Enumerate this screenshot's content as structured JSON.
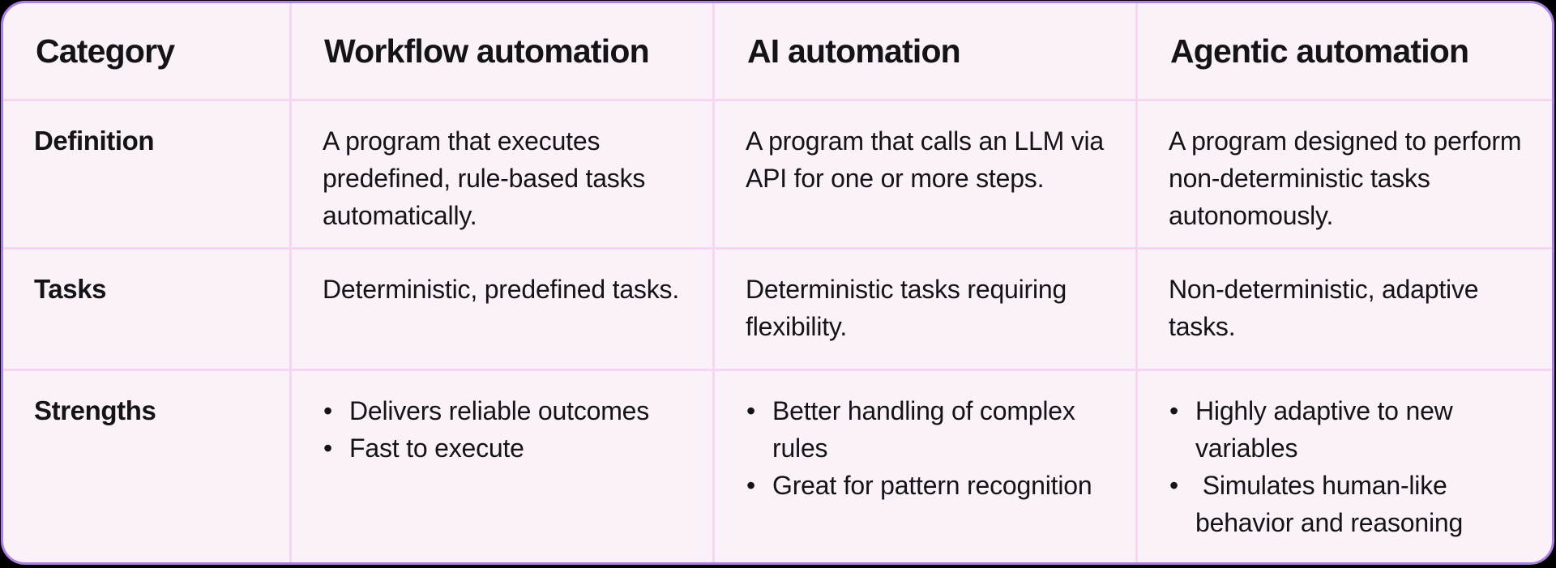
{
  "page": {
    "background_color": "#000000"
  },
  "table": {
    "style": {
      "background_color": "#fbf1f9",
      "outer_border_color": "#ad80e2",
      "gridline_color": "#f6d7f3",
      "text_color": "#141418"
    },
    "bullet_glyph": "•",
    "columns": [
      "Category",
      "Workflow automation",
      "AI automation",
      "Agentic automation"
    ],
    "rows": [
      {
        "label": "Definition",
        "cells": [
          {
            "type": "text",
            "text": "A program that executes predefined, rule-based tasks automatically."
          },
          {
            "type": "text",
            "text": "A program that calls an LLM via API for one or more steps."
          },
          {
            "type": "text",
            "text": "A program designed to perform non-deterministic tasks autonomously."
          }
        ]
      },
      {
        "label": "Tasks",
        "cells": [
          {
            "type": "text",
            "text": "Deterministic, predefined tasks."
          },
          {
            "type": "text",
            "text": "Deterministic tasks requiring flexibility."
          },
          {
            "type": "text",
            "text": "Non-deterministic, adaptive tasks."
          }
        ]
      },
      {
        "label": "Strengths",
        "cells": [
          {
            "type": "list",
            "items": [
              "Delivers reliable outcomes",
              "Fast to execute"
            ]
          },
          {
            "type": "list",
            "items": [
              "Better handling of complex rules",
              "Great for pattern recognition"
            ]
          },
          {
            "type": "list",
            "items": [
              "Highly adaptive to new variables",
              " Simulates human-like behavior and reasoning"
            ]
          }
        ]
      }
    ]
  }
}
